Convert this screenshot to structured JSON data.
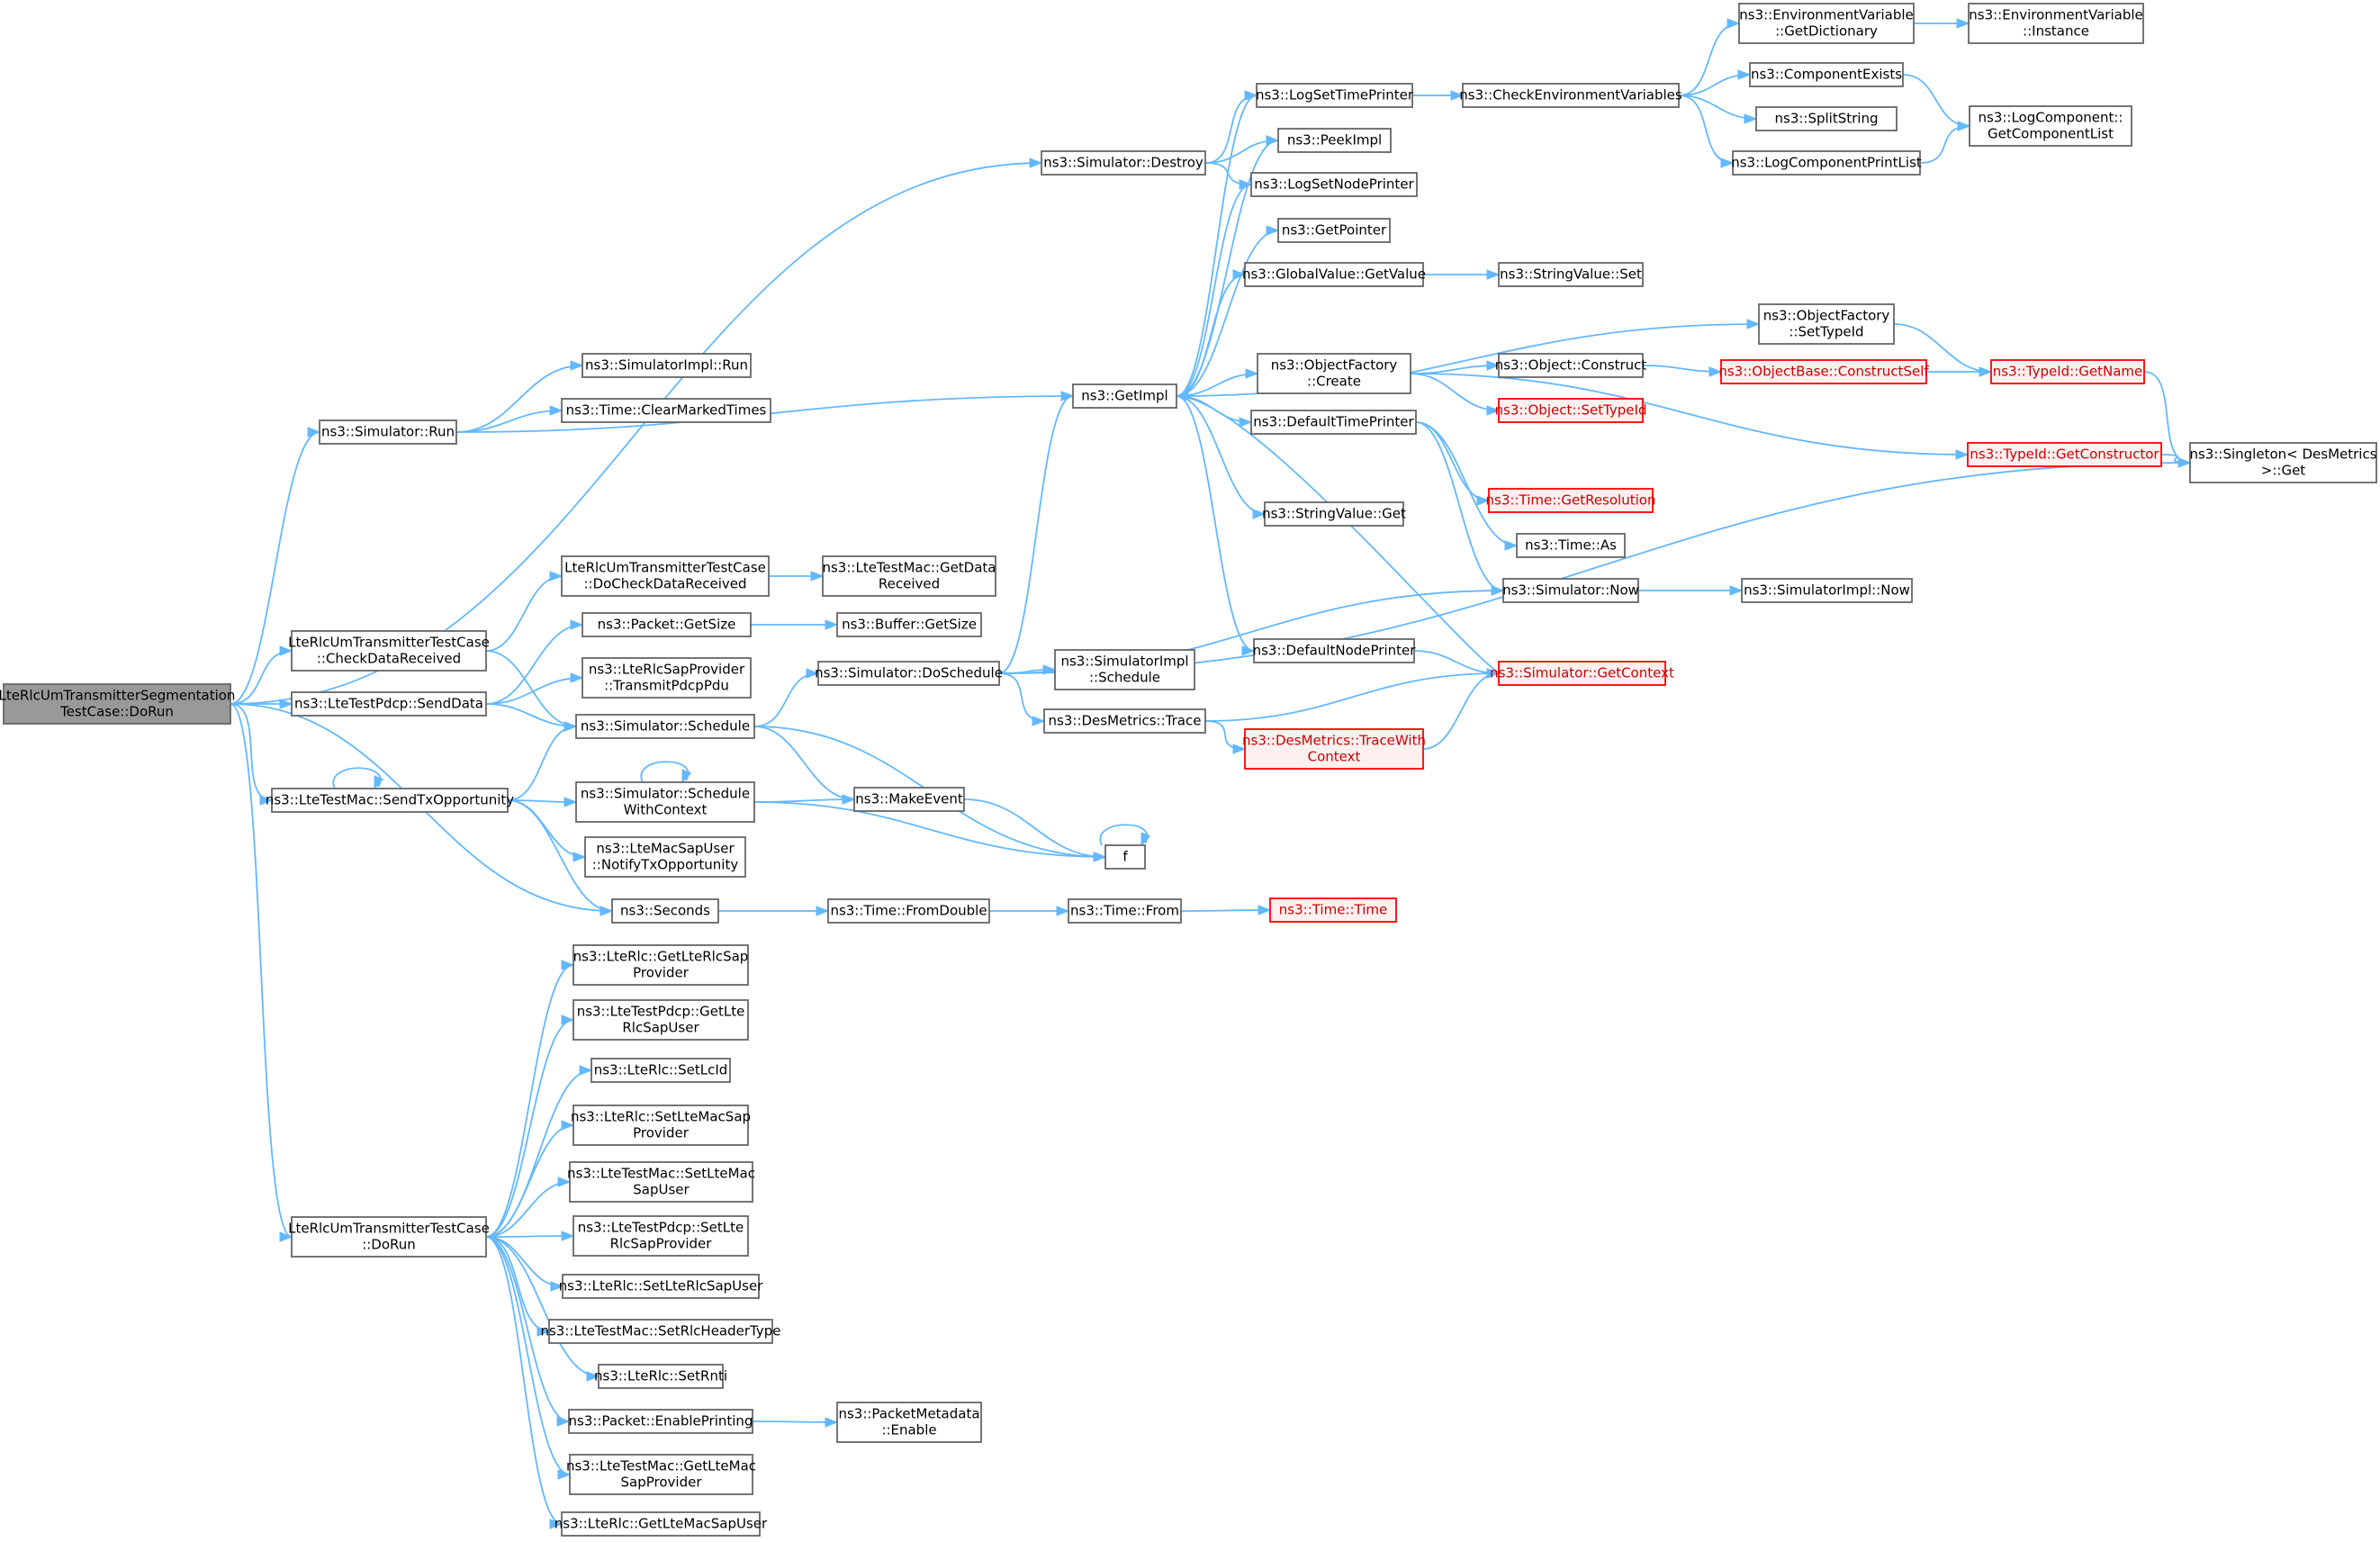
{
  "colors": {
    "edge": "#63b8ff",
    "node_border": "#666666",
    "root_fill": "#999999",
    "truncated_border": "#ff0000",
    "truncated_fill": "#fff0f0",
    "truncated_text": "#cc0000"
  },
  "nodes": [
    {
      "id": "root",
      "lines": [
        "LteRlcUmTransmitterSegmentation",
        "TestCase::DoRun"
      ],
      "root": true
    },
    {
      "id": "destroy",
      "lines": [
        "ns3::Simulator::Destroy"
      ]
    },
    {
      "id": "run",
      "lines": [
        "ns3::Simulator::Run"
      ]
    },
    {
      "id": "checkdata",
      "lines": [
        "LteRlcUmTransmitterTestCase",
        "::CheckDataReceived"
      ]
    },
    {
      "id": "senddata",
      "lines": [
        "ns3::LteTestPdcp::SendData"
      ]
    },
    {
      "id": "sendtx",
      "lines": [
        "ns3::LteTestMac::SendTxOpportunity"
      ]
    },
    {
      "id": "dorun2",
      "lines": [
        "LteRlcUmTransmitterTestCase",
        "::DoRun"
      ]
    },
    {
      "id": "implrun",
      "lines": [
        "ns3::SimulatorImpl::Run"
      ]
    },
    {
      "id": "clearmarked",
      "lines": [
        "ns3::Time::ClearMarkedTimes"
      ]
    },
    {
      "id": "docheck",
      "lines": [
        "LteRlcUmTransmitterTestCase",
        "::DoCheckDataReceived"
      ]
    },
    {
      "id": "pktsize",
      "lines": [
        "ns3::Packet::GetSize"
      ]
    },
    {
      "id": "transmitpdcp",
      "lines": [
        "ns3::LteRlcSapProvider",
        "::TransmitPdcpPdu"
      ]
    },
    {
      "id": "schedule",
      "lines": [
        "ns3::Simulator::Schedule"
      ]
    },
    {
      "id": "schedctx",
      "lines": [
        "ns3::Simulator::Schedule",
        "WithContext"
      ]
    },
    {
      "id": "notifytx",
      "lines": [
        "ns3::LteMacSapUser",
        "::NotifyTxOpportunity"
      ]
    },
    {
      "id": "seconds",
      "lines": [
        "ns3::Seconds"
      ]
    },
    {
      "id": "getrlcsap",
      "lines": [
        "ns3::LteRlc::GetLteRlcSap",
        "Provider"
      ]
    },
    {
      "id": "pdcpgetuser",
      "lines": [
        "ns3::LteTestPdcp::GetLte",
        "RlcSapUser"
      ]
    },
    {
      "id": "setlcid",
      "lines": [
        "ns3::LteRlc::SetLcId"
      ]
    },
    {
      "id": "setmacsap",
      "lines": [
        "ns3::LteRlc::SetLteMacSap",
        "Provider"
      ]
    },
    {
      "id": "macsetuser",
      "lines": [
        "ns3::LteTestMac::SetLteMac",
        "SapUser"
      ]
    },
    {
      "id": "pdcpsetprov",
      "lines": [
        "ns3::LteTestPdcp::SetLte",
        "RlcSapProvider"
      ]
    },
    {
      "id": "setrlcuser",
      "lines": [
        "ns3::LteRlc::SetLteRlcSapUser"
      ]
    },
    {
      "id": "setheader",
      "lines": [
        "ns3::LteTestMac::SetRlcHeaderType"
      ]
    },
    {
      "id": "setrnti",
      "lines": [
        "ns3::LteRlc::SetRnti"
      ]
    },
    {
      "id": "enableprint",
      "lines": [
        "ns3::Packet::EnablePrinting"
      ]
    },
    {
      "id": "macgetprov",
      "lines": [
        "ns3::LteTestMac::GetLteMac",
        "SapProvider"
      ]
    },
    {
      "id": "getmacuser",
      "lines": [
        "ns3::LteRlc::GetLteMacSapUser"
      ]
    },
    {
      "id": "getdatarecv",
      "lines": [
        "ns3::LteTestMac::GetData",
        "Received"
      ]
    },
    {
      "id": "buffsize",
      "lines": [
        "ns3::Buffer::GetSize"
      ]
    },
    {
      "id": "doschedule",
      "lines": [
        "ns3::Simulator::DoSchedule"
      ]
    },
    {
      "id": "makeevent",
      "lines": [
        "ns3::MakeEvent"
      ]
    },
    {
      "id": "fromdouble",
      "lines": [
        "ns3::Time::FromDouble"
      ]
    },
    {
      "id": "metadataenable",
      "lines": [
        "ns3::PacketMetadata",
        "::Enable"
      ]
    },
    {
      "id": "getimpl",
      "lines": [
        "ns3::GetImpl"
      ]
    },
    {
      "id": "implschedule",
      "lines": [
        "ns3::SimulatorImpl",
        "::Schedule"
      ]
    },
    {
      "id": "desmtrace",
      "lines": [
        "ns3::DesMetrics::Trace"
      ]
    },
    {
      "id": "f",
      "lines": [
        "f"
      ]
    },
    {
      "id": "timefrom",
      "lines": [
        "ns3::Time::From"
      ]
    },
    {
      "id": "logsettime",
      "lines": [
        "ns3::LogSetTimePrinter"
      ]
    },
    {
      "id": "peekimpl",
      "lines": [
        "ns3::PeekImpl"
      ]
    },
    {
      "id": "logsetnode",
      "lines": [
        "ns3::LogSetNodePrinter"
      ]
    },
    {
      "id": "getpointer",
      "lines": [
        "ns3::GetPointer"
      ]
    },
    {
      "id": "gvgetvalue",
      "lines": [
        "ns3::GlobalValue::GetValue"
      ]
    },
    {
      "id": "ofcreate",
      "lines": [
        "ns3::ObjectFactory",
        "::Create"
      ]
    },
    {
      "id": "deftimeprinter",
      "lines": [
        "ns3::DefaultTimePrinter"
      ]
    },
    {
      "id": "svget",
      "lines": [
        "ns3::StringValue::Get"
      ]
    },
    {
      "id": "defnodeprinter",
      "lines": [
        "ns3::DefaultNodePrinter"
      ]
    },
    {
      "id": "tracectx",
      "lines": [
        "ns3::DesMetrics::TraceWith",
        "Context"
      ],
      "truncated": true
    },
    {
      "id": "timetime",
      "lines": [
        "ns3::Time::Time"
      ],
      "truncated": true
    },
    {
      "id": "checkenv",
      "lines": [
        "ns3::CheckEnvironmentVariables"
      ]
    },
    {
      "id": "svset",
      "lines": [
        "ns3::StringValue::Set"
      ]
    },
    {
      "id": "objconstruct",
      "lines": [
        "ns3::Object::Construct"
      ]
    },
    {
      "id": "objsettypeid",
      "lines": [
        "ns3::Object::SetTypeId"
      ],
      "truncated": true
    },
    {
      "id": "getres",
      "lines": [
        "ns3::Time::GetResolution"
      ],
      "truncated": true
    },
    {
      "id": "timeas",
      "lines": [
        "ns3::Time::As"
      ]
    },
    {
      "id": "simnow",
      "lines": [
        "ns3::Simulator::Now"
      ]
    },
    {
      "id": "getcontext",
      "lines": [
        "ns3::Simulator::GetContext"
      ],
      "truncated": true
    },
    {
      "id": "envgetdict",
      "lines": [
        "ns3::EnvironmentVariable",
        "::GetDictionary"
      ]
    },
    {
      "id": "compexists",
      "lines": [
        "ns3::ComponentExists"
      ]
    },
    {
      "id": "splitstring",
      "lines": [
        "ns3::SplitString"
      ]
    },
    {
      "id": "logcompprint",
      "lines": [
        "ns3::LogComponentPrintList"
      ]
    },
    {
      "id": "ofsettypeid",
      "lines": [
        "ns3::ObjectFactory",
        "::SetTypeId"
      ]
    },
    {
      "id": "constructself",
      "lines": [
        "ns3::ObjectBase::ConstructSelf"
      ],
      "truncated": true
    },
    {
      "id": "getconstructor",
      "lines": [
        "ns3::TypeId::GetConstructor"
      ],
      "truncated": true
    },
    {
      "id": "implnow",
      "lines": [
        "ns3::SimulatorImpl::Now"
      ]
    },
    {
      "id": "envinstance",
      "lines": [
        "ns3::EnvironmentVariable",
        "::Instance"
      ]
    },
    {
      "id": "logcomplist",
      "lines": [
        "ns3::LogComponent::",
        "GetComponentList"
      ]
    },
    {
      "id": "typeidgetname",
      "lines": [
        "ns3::TypeId::GetName"
      ],
      "truncated": true
    },
    {
      "id": "singletonget",
      "lines": [
        "ns3::Singleton< DesMetrics",
        " >::Get"
      ]
    }
  ],
  "edges": [
    [
      "root",
      "destroy"
    ],
    [
      "root",
      "run"
    ],
    [
      "root",
      "checkdata"
    ],
    [
      "root",
      "senddata"
    ],
    [
      "root",
      "sendtx"
    ],
    [
      "root",
      "seconds"
    ],
    [
      "root",
      "dorun2"
    ],
    [
      "destroy",
      "logsettime"
    ],
    [
      "destroy",
      "peekimpl"
    ],
    [
      "destroy",
      "logsetnode"
    ],
    [
      "run",
      "implrun"
    ],
    [
      "run",
      "clearmarked"
    ],
    [
      "run",
      "getimpl"
    ],
    [
      "checkdata",
      "docheck"
    ],
    [
      "checkdata",
      "schedule"
    ],
    [
      "docheck",
      "getdatarecv"
    ],
    [
      "senddata",
      "pktsize"
    ],
    [
      "senddata",
      "transmitpdcp"
    ],
    [
      "senddata",
      "schedule"
    ],
    [
      "pktsize",
      "buffsize"
    ],
    [
      "sendtx",
      "sendtx"
    ],
    [
      "sendtx",
      "schedule"
    ],
    [
      "sendtx",
      "schedctx"
    ],
    [
      "sendtx",
      "notifytx"
    ],
    [
      "sendtx",
      "seconds"
    ],
    [
      "schedule",
      "doschedule"
    ],
    [
      "schedule",
      "makeevent"
    ],
    [
      "schedule",
      "f"
    ],
    [
      "schedctx",
      "schedctx"
    ],
    [
      "schedctx",
      "makeevent"
    ],
    [
      "schedctx",
      "f"
    ],
    [
      "makeevent",
      "f"
    ],
    [
      "f",
      "f"
    ],
    [
      "seconds",
      "fromdouble"
    ],
    [
      "fromdouble",
      "timefrom"
    ],
    [
      "timefrom",
      "timetime"
    ],
    [
      "doschedule",
      "getimpl"
    ],
    [
      "doschedule",
      "implschedule"
    ],
    [
      "doschedule",
      "desmtrace"
    ],
    [
      "doschedule",
      "simnow"
    ],
    [
      "doschedule",
      "singletonget"
    ],
    [
      "desmtrace",
      "getcontext"
    ],
    [
      "desmtrace",
      "tracectx"
    ],
    [
      "tracectx",
      "getcontext"
    ],
    [
      "getimpl",
      "logsettime"
    ],
    [
      "getimpl",
      "peekimpl"
    ],
    [
      "getimpl",
      "logsetnode"
    ],
    [
      "getimpl",
      "getpointer"
    ],
    [
      "getimpl",
      "gvgetvalue"
    ],
    [
      "getimpl",
      "ofsettypeid"
    ],
    [
      "getimpl",
      "ofcreate"
    ],
    [
      "getimpl",
      "deftimeprinter"
    ],
    [
      "getimpl",
      "svget"
    ],
    [
      "getimpl",
      "defnodeprinter"
    ],
    [
      "getcontext",
      "getimpl"
    ],
    [
      "logsettime",
      "checkenv"
    ],
    [
      "checkenv",
      "envgetdict"
    ],
    [
      "checkenv",
      "compexists"
    ],
    [
      "checkenv",
      "splitstring"
    ],
    [
      "checkenv",
      "logcompprint"
    ],
    [
      "envgetdict",
      "envinstance"
    ],
    [
      "compexists",
      "logcomplist"
    ],
    [
      "logcompprint",
      "logcomplist"
    ],
    [
      "gvgetvalue",
      "svset"
    ],
    [
      "ofcreate",
      "objconstruct"
    ],
    [
      "ofcreate",
      "objsettypeid"
    ],
    [
      "ofcreate",
      "getconstructor"
    ],
    [
      "objconstruct",
      "constructself"
    ],
    [
      "constructself",
      "typeidgetname"
    ],
    [
      "ofsettypeid",
      "typeidgetname"
    ],
    [
      "typeidgetname",
      "singletonget"
    ],
    [
      "getconstructor",
      "singletonget"
    ],
    [
      "deftimeprinter",
      "getres"
    ],
    [
      "deftimeprinter",
      "timeas"
    ],
    [
      "deftimeprinter",
      "simnow"
    ],
    [
      "simnow",
      "implnow"
    ],
    [
      "defnodeprinter",
      "getcontext"
    ],
    [
      "dorun2",
      "getrlcsap"
    ],
    [
      "dorun2",
      "pdcpgetuser"
    ],
    [
      "dorun2",
      "setlcid"
    ],
    [
      "dorun2",
      "setmacsap"
    ],
    [
      "dorun2",
      "macsetuser"
    ],
    [
      "dorun2",
      "pdcpsetprov"
    ],
    [
      "dorun2",
      "setrlcuser"
    ],
    [
      "dorun2",
      "setheader"
    ],
    [
      "dorun2",
      "setrnti"
    ],
    [
      "dorun2",
      "enableprint"
    ],
    [
      "dorun2",
      "macgetprov"
    ],
    [
      "dorun2",
      "getmacuser"
    ],
    [
      "enableprint",
      "metadataenable"
    ]
  ]
}
